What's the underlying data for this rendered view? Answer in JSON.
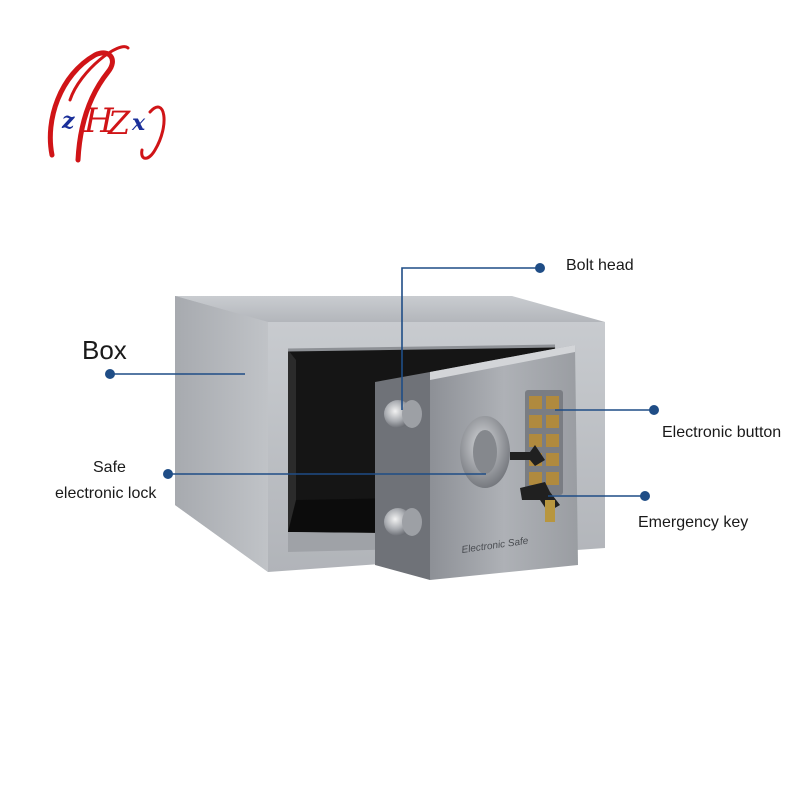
{
  "logo": {
    "mark": "lzHZx"
  },
  "labels": {
    "box": "Box",
    "bolt_head": "Bolt head",
    "electronic_button": "Electronic button",
    "safe_lock_line1": "Safe",
    "safe_lock_line2": "electronic lock",
    "emergency_key": "Emergency key"
  },
  "door_engraving": "Electronic Safe",
  "colors": {
    "callout": "#1f4d86",
    "logo_red": "#d01417",
    "logo_blue": "#1a2f9a",
    "safe_grey": "#b9bcc1"
  }
}
